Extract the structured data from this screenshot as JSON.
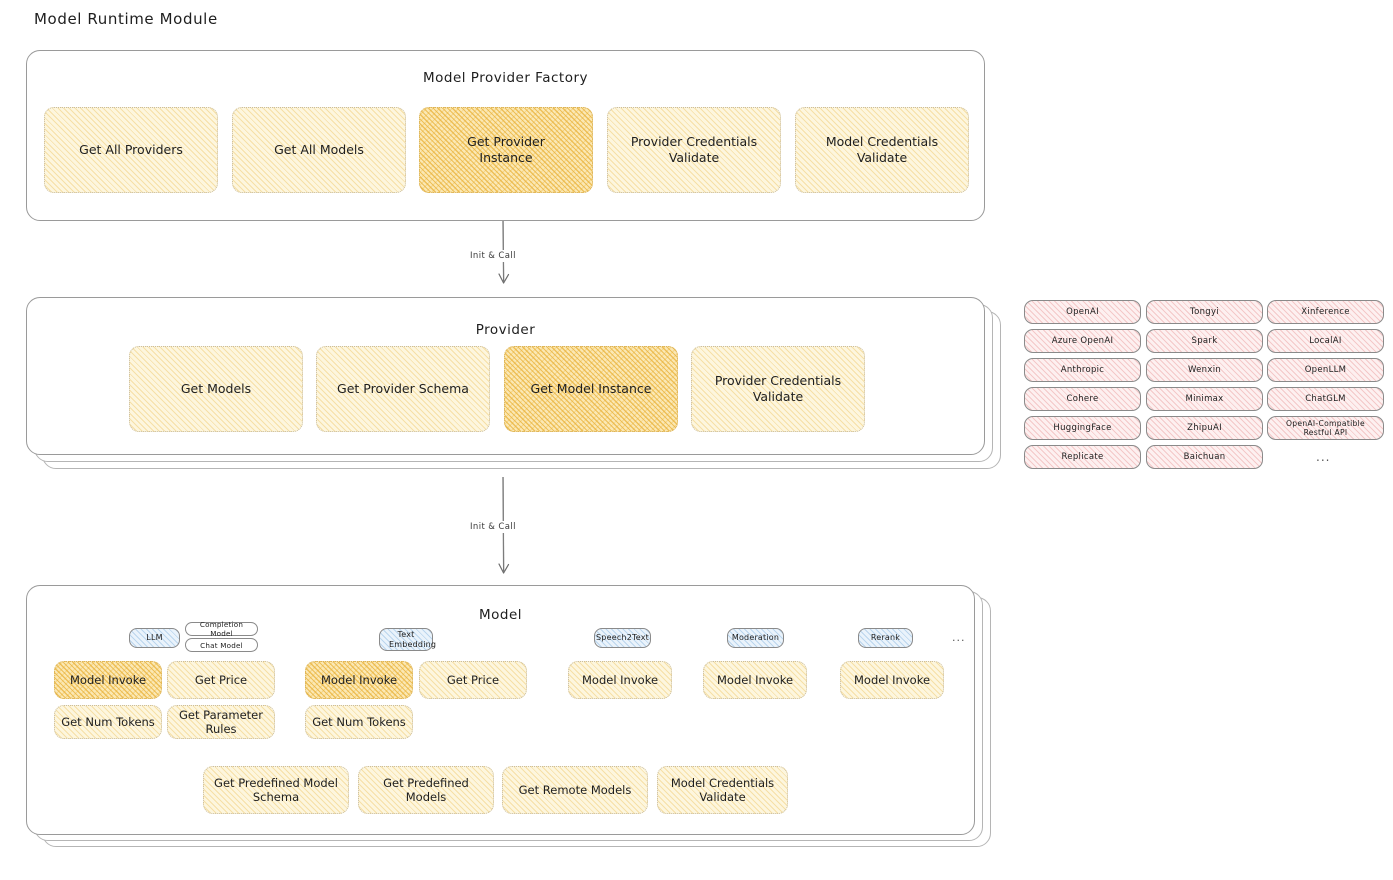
{
  "page": {
    "title": "Model Runtime Module"
  },
  "factory": {
    "title": "Model Provider Factory",
    "boxes": [
      {
        "label": "Get All Providers",
        "highlight": false
      },
      {
        "label": "Get All Models",
        "highlight": false
      },
      {
        "label": "Get Provider Instance",
        "highlight": true
      },
      {
        "label": "Provider Credentials Validate",
        "highlight": false
      },
      {
        "label": "Model Credentials Validate",
        "highlight": false
      }
    ]
  },
  "arrows": [
    {
      "label": "Init & Call",
      "from": "Model Provider Factory",
      "to": "Provider"
    },
    {
      "label": "Init & Call",
      "from": "Provider",
      "to": "Model"
    }
  ],
  "provider": {
    "title": "Provider",
    "boxes": [
      {
        "label": "Get Models",
        "highlight": false
      },
      {
        "label": "Get Provider Schema",
        "highlight": false
      },
      {
        "label": "Get Model Instance",
        "highlight": true
      },
      {
        "label": "Provider Credentials Validate",
        "highlight": false
      }
    ]
  },
  "provider_list": {
    "columns": [
      [
        "OpenAI",
        "Azure OpenAI",
        "Anthropic",
        "Cohere",
        "HuggingFace",
        "Replicate"
      ],
      [
        "Tongyi",
        "Spark",
        "Wenxin",
        "Minimax",
        "ZhipuAI",
        "Baichuan"
      ],
      [
        "Xinference",
        "LocalAI",
        "OpenLLM",
        "ChatGLM",
        "OpenAI-Compatible Restful API"
      ]
    ],
    "more": "..."
  },
  "model": {
    "title": "Model",
    "more": "...",
    "types": [
      {
        "tag": "LLM",
        "subtags": [
          "Completion Model",
          "Chat Model"
        ],
        "methods": [
          {
            "label": "Model Invoke",
            "highlight": true
          },
          {
            "label": "Get Price",
            "highlight": false
          },
          {
            "label": "Get Num Tokens",
            "highlight": false
          },
          {
            "label": "Get Parameter Rules",
            "highlight": false
          }
        ]
      },
      {
        "tag": "Text Embedding",
        "subtags": [],
        "methods": [
          {
            "label": "Model Invoke",
            "highlight": true
          },
          {
            "label": "Get Price",
            "highlight": false
          },
          {
            "label": "Get Num Tokens",
            "highlight": false
          }
        ]
      },
      {
        "tag": "Speech2Text",
        "subtags": [],
        "methods": [
          {
            "label": "Model Invoke",
            "highlight": false
          }
        ]
      },
      {
        "tag": "Moderation",
        "subtags": [],
        "methods": [
          {
            "label": "Model Invoke",
            "highlight": false
          }
        ]
      },
      {
        "tag": "Rerank",
        "subtags": [],
        "methods": [
          {
            "label": "Model Invoke",
            "highlight": false
          }
        ]
      }
    ],
    "common_methods": [
      "Get Predefined Model Schema",
      "Get Predefined Models",
      "Get Remote Models",
      "Model Credentials Validate"
    ]
  },
  "colors": {
    "pale_yellow": "#fdf6de",
    "amber_highlight": "#fbe8b4",
    "pink_chip": "#fdf0f0",
    "blue_tag": "#eaf3fb",
    "stroke": "#9a9a9a",
    "text": "#1e1e1e"
  }
}
